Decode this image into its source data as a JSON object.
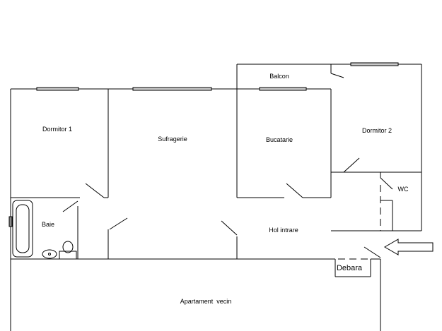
{
  "rooms": {
    "dormitor1": "Dormitor 1",
    "sufragerie": "Sufragerie",
    "balcon": "Balcon",
    "bucatarie": "Bucatarie",
    "dormitor2": "Dormitor 2",
    "wc": "WC",
    "baie": "Baie",
    "hol": "Hol intrare",
    "debara": "Debara",
    "vecin": "Apartament  vecin"
  }
}
